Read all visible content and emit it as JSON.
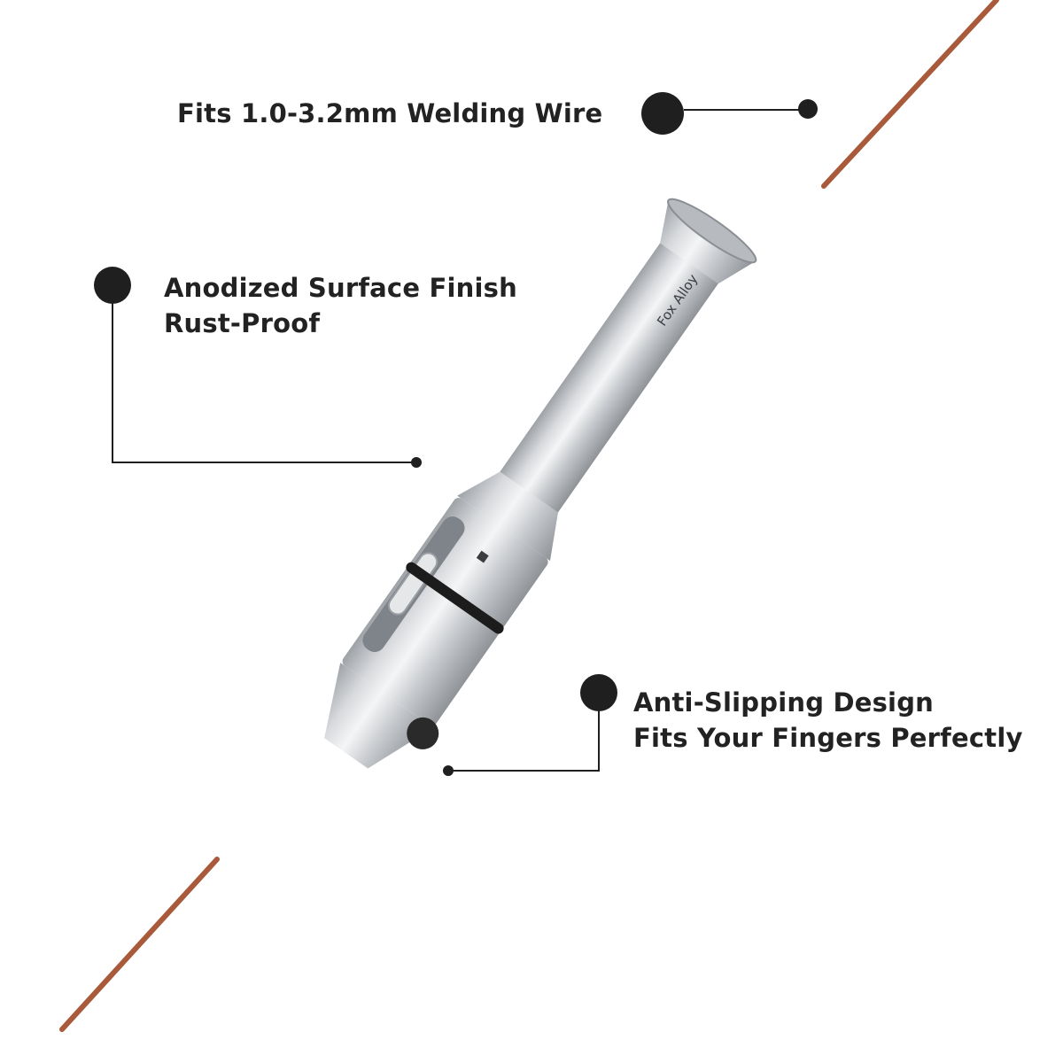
{
  "product": {
    "brand_engraving": "Fox Alloy",
    "colors": {
      "background": "#ffffff",
      "text": "#222222",
      "marker": "#1f1f1f",
      "wire": "#a85a3a",
      "aluminum": "#c9ccd0"
    }
  },
  "callouts": [
    {
      "lines": [
        "Fits 1.0-3.2mm Welding Wire"
      ]
    },
    {
      "lines": [
        "Anodized Surface Finish",
        "Rust-Proof"
      ]
    },
    {
      "lines": [
        "Anti-Slipping Design",
        "Fits Your Fingers Perfectly"
      ]
    }
  ]
}
